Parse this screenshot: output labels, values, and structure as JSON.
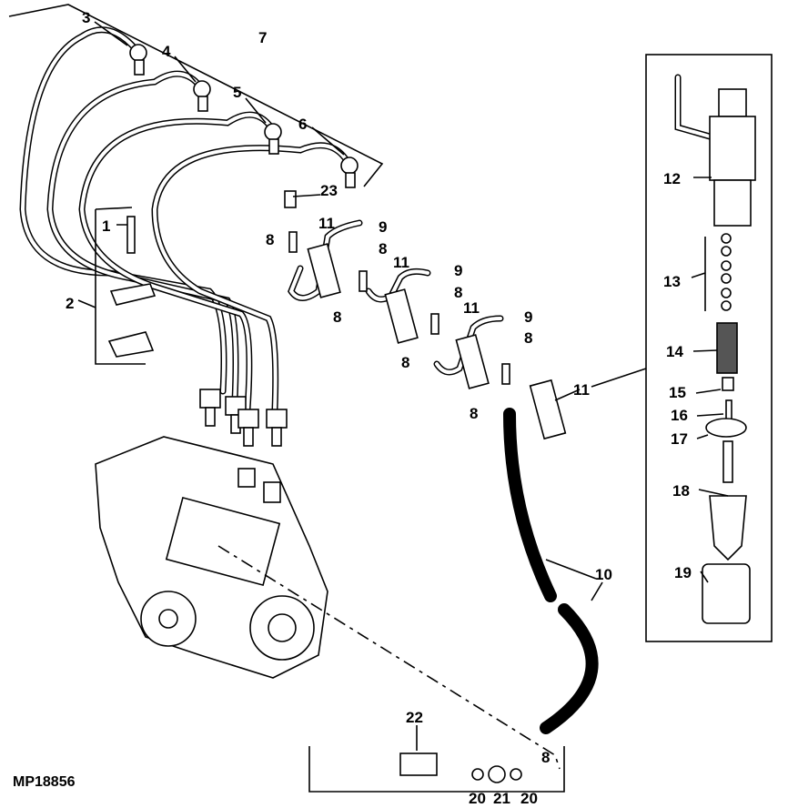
{
  "diagram_id": "MP18856",
  "callouts": [
    "3",
    "4",
    "7",
    "5",
    "6",
    "23",
    "1",
    "11",
    "9",
    "8",
    "8",
    "2",
    "11",
    "9",
    "8",
    "8",
    "11",
    "9",
    "8",
    "8",
    "11",
    "8",
    "12",
    "13",
    "14",
    "15",
    "16",
    "17",
    "18",
    "19",
    "10",
    "22",
    "8",
    "20",
    "21",
    "20"
  ]
}
